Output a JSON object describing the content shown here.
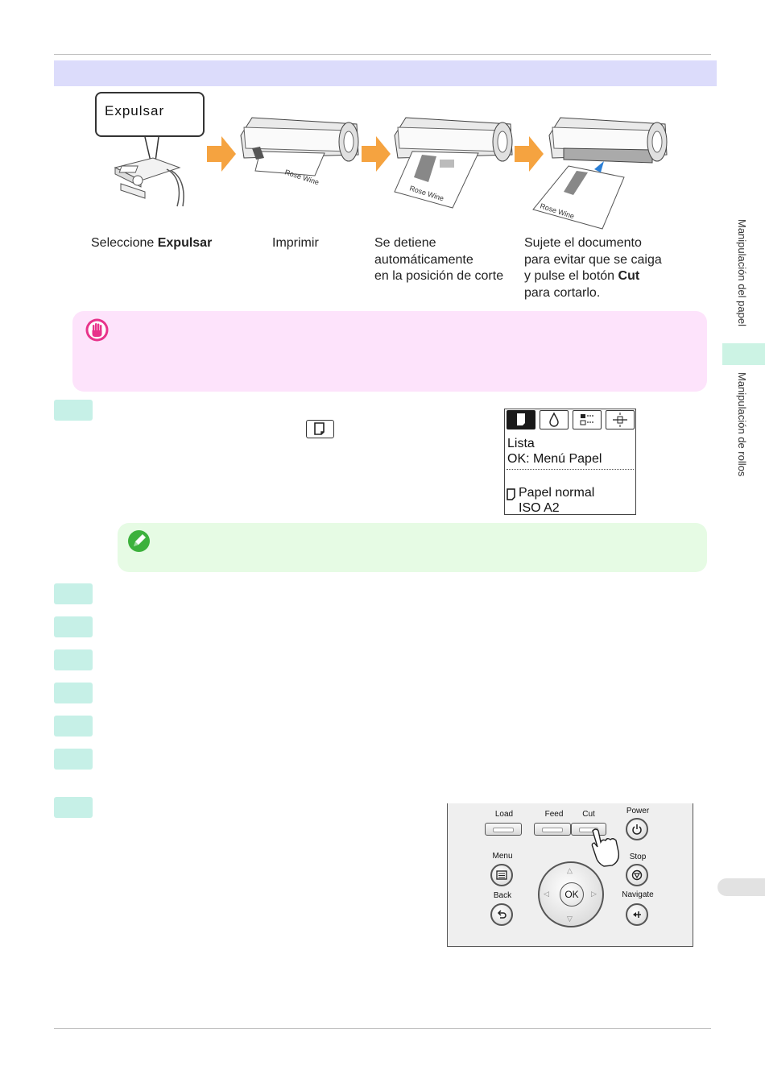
{
  "callout": {
    "label": "Expulsar"
  },
  "captions": {
    "step1": {
      "text": "Seleccione ",
      "bold": "Expulsar"
    },
    "step2": {
      "text": "Imprimir"
    },
    "step3": {
      "line1": "Se detiene",
      "line2": "automáticamente",
      "line3": "en la posición de corte"
    },
    "step4": {
      "line1": "Sujete el documento",
      "line2": "para evitar que se caiga",
      "line3a": "y pulse el botón ",
      "line3b": "Cut",
      "line4": "para cortarlo."
    }
  },
  "illustration": {
    "paper_text": "Rose Wine"
  },
  "lcd": {
    "line1": "Lista",
    "line2": "OK: Menú Papel",
    "line3": "Papel normal",
    "line4": "ISO A2"
  },
  "side_tabs": {
    "tab1": "Manipulación del papel",
    "tab2": "Manipulación de rollos"
  },
  "control_panel": {
    "load": "Load",
    "feed": "Feed",
    "cut": "Cut",
    "power": "Power",
    "menu": "Menu",
    "stop": "Stop",
    "back": "Back",
    "navigate": "Navigate",
    "ok": "OK"
  },
  "colors": {
    "section_bar": "#dcdcfb",
    "step_box": "#c6f0e7",
    "important_bg": "#fde3fb",
    "note_bg": "#e6fbe4",
    "arrow": "#f5a340",
    "important_icon": "#e8338b",
    "note_icon": "#3cb13c"
  },
  "icons": {
    "important": "hand-stop-icon",
    "note": "pencil-note-icon",
    "paper": "paper-sheet-icon",
    "ink": "ink-drop-icon",
    "settings": "settings-icon",
    "job": "cut-job-icon"
  }
}
